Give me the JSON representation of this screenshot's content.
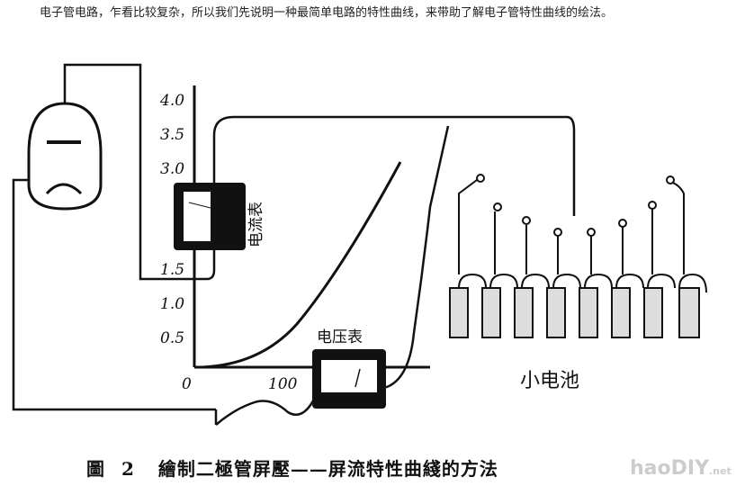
{
  "intro_text": "电子管电路，乍看比较复杂，所以我们先说明一种最简单电路的特性曲线，来带助了解电子管特性曲线的绘法。",
  "diagram": {
    "y_ticks": [
      "4.0",
      "3.5",
      "3.0",
      "1.5",
      "1.0",
      "0.5",
      "0"
    ],
    "x_ticks": [
      "100"
    ],
    "ammeter_label": "电流表",
    "voltmeter_label": "电压表",
    "battery_label": "小电池"
  },
  "caption": {
    "figure": "圖",
    "number": "2",
    "title": "繪制二極管屏壓——屏流特性曲綫的方法"
  },
  "watermark": {
    "main": "haoDIY",
    "suffix": ".net"
  }
}
